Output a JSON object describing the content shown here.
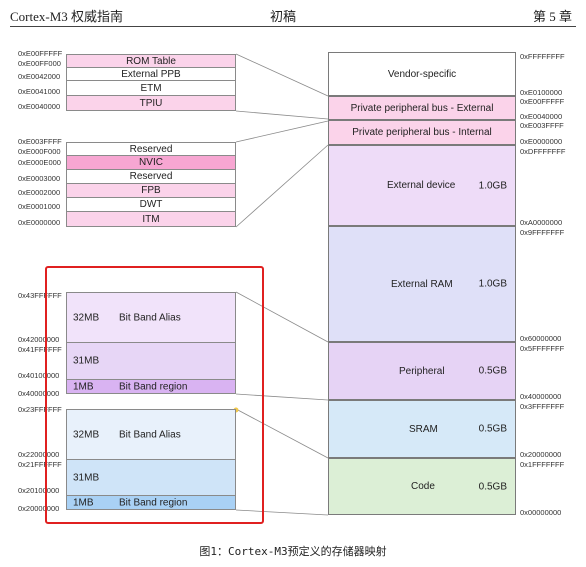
{
  "header": {
    "left": "Cortex-M3 权威指南",
    "center": "初稿",
    "right": "第 5 章"
  },
  "main_map": {
    "regions": [
      {
        "id": "vendor",
        "label": "Vendor-specific",
        "size": "",
        "color": "#ffffff"
      },
      {
        "id": "ppb_ext",
        "label": "Private peripheral bus - External",
        "size": "",
        "color": "#fbd3ea"
      },
      {
        "id": "ppb_int",
        "label": "Private peripheral bus - Internal",
        "size": "",
        "color": "#fbd3ea"
      },
      {
        "id": "ext_dev",
        "label": "External device",
        "size": "1.0GB",
        "color": "#eedcf8"
      },
      {
        "id": "ext_ram",
        "label": "External RAM",
        "size": "1.0GB",
        "color": "#dfe0f8"
      },
      {
        "id": "periph",
        "label": "Peripheral",
        "size": "0.5GB",
        "color": "#e6d3f5"
      },
      {
        "id": "sram",
        "label": "SRAM",
        "size": "0.5GB",
        "color": "#d6e9f8"
      },
      {
        "id": "code",
        "label": "Code",
        "size": "0.5GB",
        "color": "#dcefd6"
      }
    ],
    "addresses": [
      "0xFFFFFFFF",
      "0xE0100000",
      "0xE00FFFFF",
      "0xE0040000",
      "0xE003FFFF",
      "0xE0000000",
      "0xDFFFFFFF",
      "0xA0000000",
      "0x9FFFFFFF",
      "0x60000000",
      "0x5FFFFFFF",
      "0x40000000",
      "0x3FFFFFFF",
      "0x20000000",
      "0x1FFFFFFF",
      "0x00000000"
    ]
  },
  "ppb_ext_detail": {
    "rows": [
      "ROM Table",
      "External PPB",
      "ETM",
      "TPIU"
    ],
    "addresses": [
      "0xE00FFFFF",
      "0xE00FF000",
      "0xE0042000",
      "0xE0041000",
      "0xE0040000"
    ]
  },
  "ppb_int_detail": {
    "rows": [
      "Reserved",
      "NVIC",
      "Reserved",
      "FPB",
      "DWT",
      "ITM"
    ],
    "addresses": [
      "0xE003FFFF",
      "0xE000F000",
      "0xE000E000",
      "0xE0003000",
      "0xE0002000",
      "0xE0001000",
      "0xE0000000"
    ]
  },
  "periph_bitband": {
    "alias": {
      "size": "32MB",
      "label": "Bit Band Alias"
    },
    "gap": {
      "size": "31MB"
    },
    "region": {
      "size": "1MB",
      "label": "Bit Band region"
    },
    "addresses": [
      "0x43FFFFFF",
      "0x42000000",
      "0x41FFFFFF",
      "0x40100000",
      "0x40000000"
    ]
  },
  "sram_bitband": {
    "alias": {
      "size": "32MB",
      "label": "Bit Band Alias"
    },
    "gap": {
      "size": "31MB"
    },
    "region": {
      "size": "1MB",
      "label": "Bit Band region"
    },
    "addresses": [
      "0x23FFFFFF",
      "0x22000000",
      "0x21FFFFFF",
      "0x20100000",
      "0x20000000"
    ]
  },
  "caption": "图1：Cortex-M3预定义的存储器映射",
  "colors": {
    "highlight": "#e02020",
    "pink": "#fbd3ea",
    "nvic": "#f7a6d2",
    "purple": "#d9b3f2",
    "blue": "#a9d1f5"
  }
}
